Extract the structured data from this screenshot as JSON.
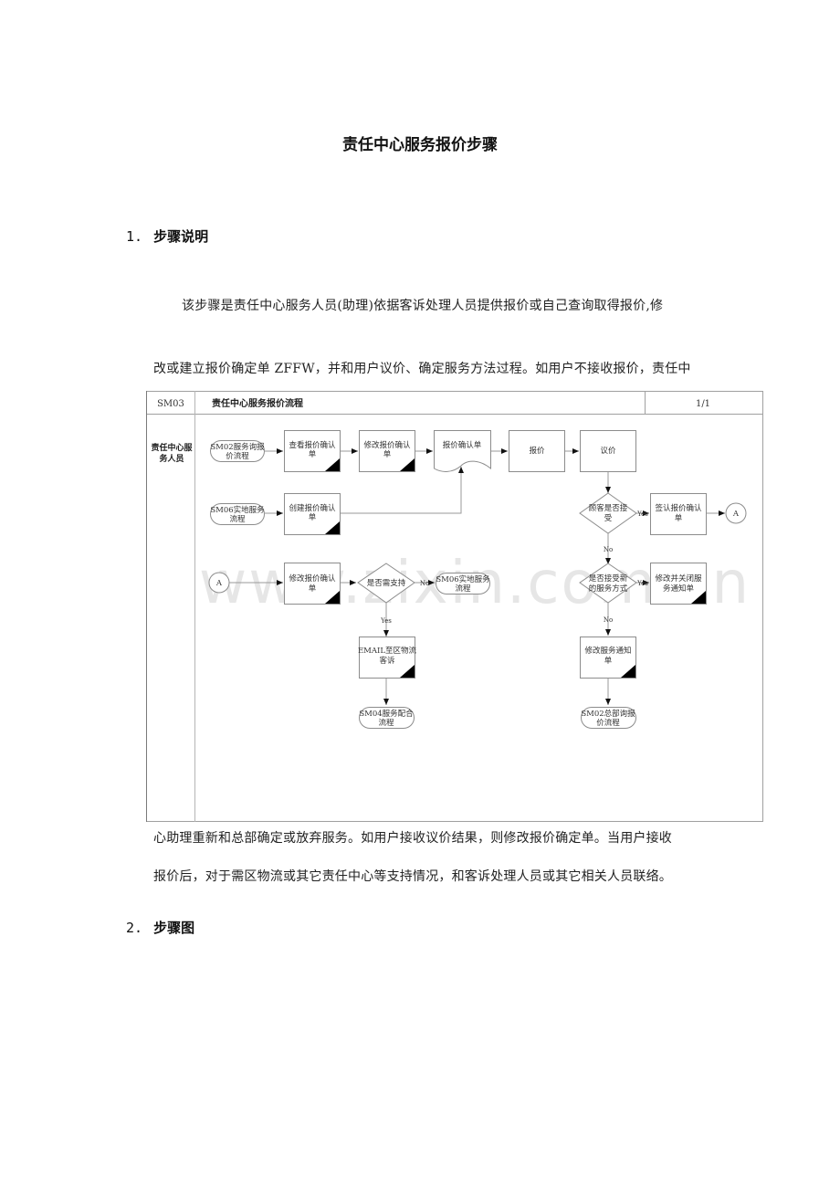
{
  "document": {
    "title": "责任中心服务报价步骤",
    "sections": [
      {
        "number": "1.",
        "heading": "步骤说明"
      },
      {
        "number": "2.",
        "heading": "步骤图"
      }
    ],
    "paragraph": {
      "line1": "该步骤是责任中心服务人员(助理)依据客诉处理人员提供报价或自己查询取得报价,修",
      "line2": "改或建立报价确定单 ZFFW，并和用户议价、确定服务方法过程。如用户不接收报价，责任中",
      "line3": "心助理重新和总部确定或放弃服务。如用户接收议价结果，则修改报价确定单。当用户接收",
      "line4": "报价后，对于需区物流或其它责任中心等支持情况，和客诉处理人员或其它相关人员联络。"
    }
  },
  "diagram": {
    "header": {
      "code": "SM03",
      "title": "责任中心服务报价流程",
      "page": "1/1"
    },
    "lane": {
      "line1": "责任中心服",
      "line2": "务人员"
    },
    "nodes": {
      "sm02_query": {
        "line1": "SM02服务询报",
        "line2": "价流程"
      },
      "view_quote": {
        "line1": "查看报价确认",
        "line2": "单"
      },
      "modify_quote": {
        "line1": "修改报价确认",
        "line2": "单"
      },
      "quote_doc": {
        "line1": "报价确认单"
      },
      "quote": {
        "line1": "报价"
      },
      "negotiate": {
        "line1": "议价"
      },
      "sm06_onsite": {
        "line1": "SM06实地服务",
        "line2": "流程"
      },
      "create_quote": {
        "line1": "创建报价确认",
        "line2": "单"
      },
      "accept_q": {
        "line1": "顾客是否接",
        "line2": "受"
      },
      "sign_quote": {
        "line1": "签认报价确认",
        "line2": "单"
      },
      "connector_out": {
        "line1": "A"
      },
      "connector_in": {
        "line1": "A"
      },
      "modify_quote2": {
        "line1": "修改报价确认",
        "line2": "单"
      },
      "need_support": {
        "line1": "是否需支持"
      },
      "sm06_onsite2": {
        "line1": "SM06实地服务",
        "line2": "流程"
      },
      "accept_alt": {
        "line1": "是否接受新",
        "line2": "的服务方式"
      },
      "close_notice": {
        "line1": "修改并关闭服",
        "line2": "务通知单"
      },
      "email": {
        "line1": "EMAIL至区物流",
        "line2": "客诉"
      },
      "modify_notice": {
        "line1": "修改服务通知",
        "line2": "单"
      },
      "sm04": {
        "line1": "SM04服务配合",
        "line2": "流程"
      },
      "sm02_hq": {
        "line1": "SM02总部询报",
        "line2": "价流程"
      }
    },
    "labels": {
      "yes": "Yes",
      "no": "No"
    },
    "watermark": "www.zixin.com.cn",
    "colors": {
      "line": "#9a9a9a",
      "box": "#8c8c8c",
      "fill_corner": "#000000",
      "text": "#333333"
    }
  }
}
